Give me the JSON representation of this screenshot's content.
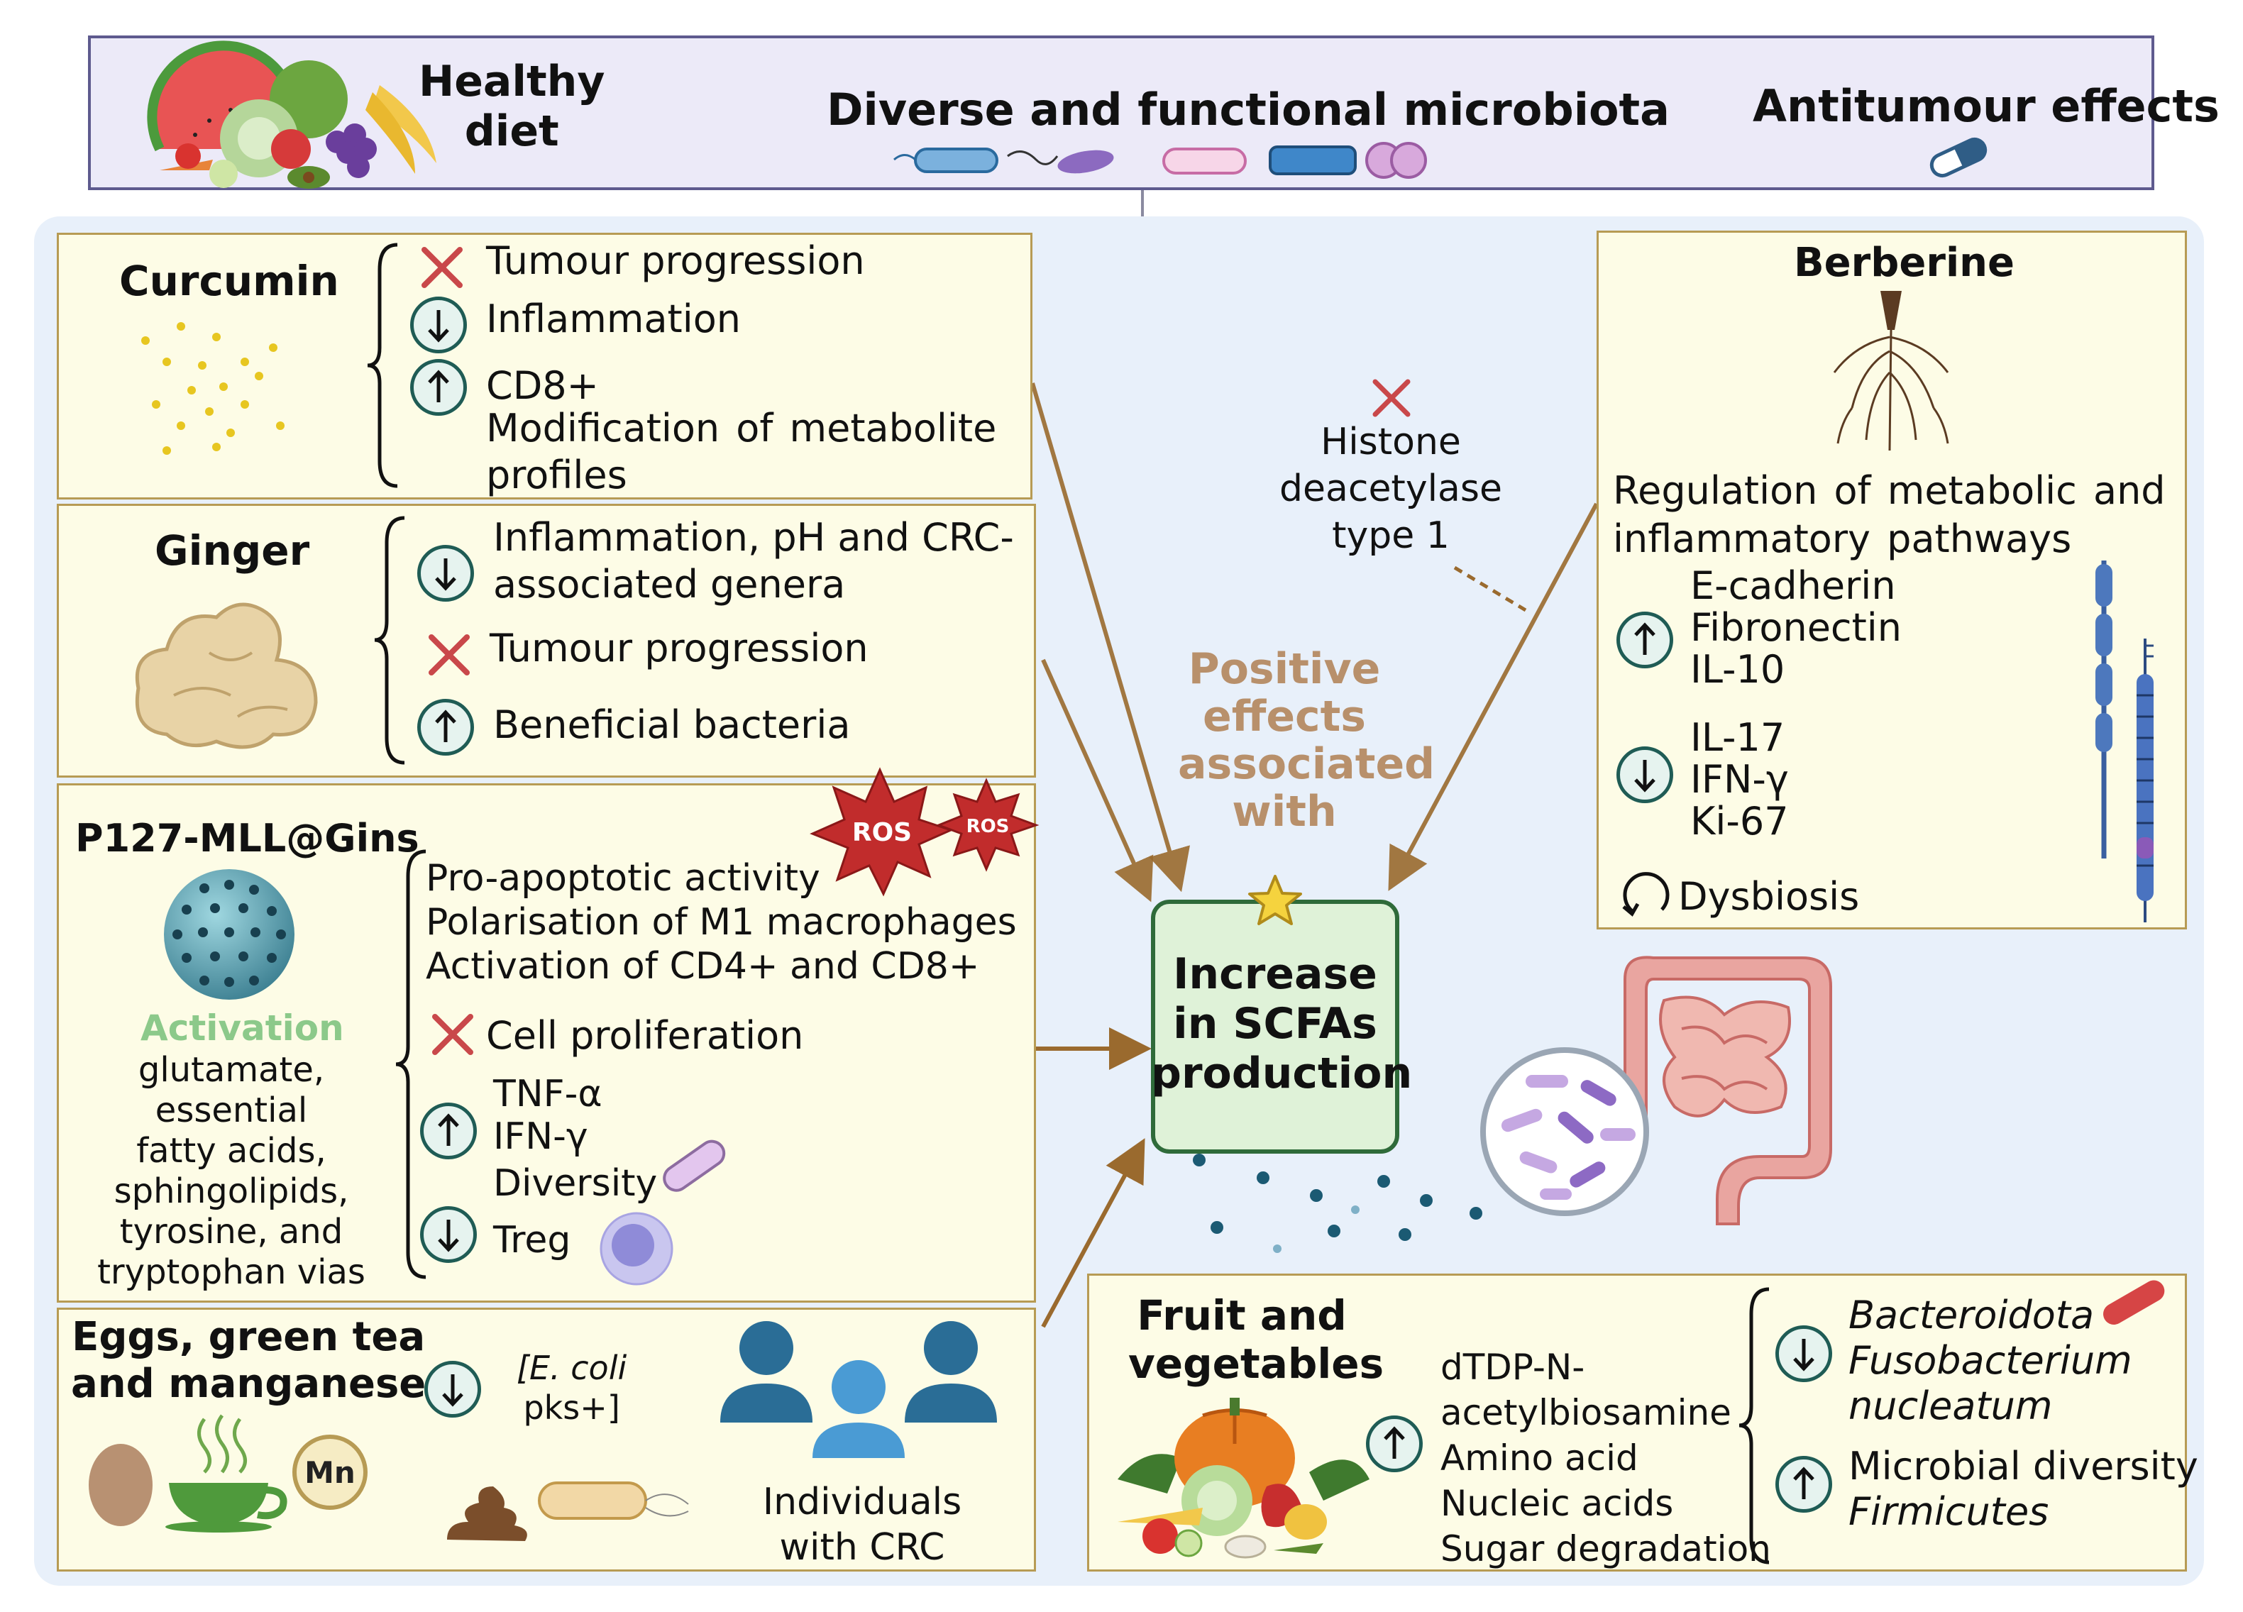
{
  "top_banner": {
    "healthy_diet": [
      "Healthy",
      "diet"
    ],
    "diverse_microbiota": "Diverse and functional microbiota",
    "antitumour": "Antitumour effects"
  },
  "curcumin": {
    "title": "Curcumin",
    "items": [
      "Tumour progression",
      "Inflammation",
      "CD8+",
      "Modification  of  metabolite",
      "profiles"
    ]
  },
  "ginger": {
    "title": "Ginger",
    "items": [
      "Inflammation, pH and CRC-",
      "associated genera",
      "Tumour progression",
      "Beneficial bacteria"
    ]
  },
  "p127": {
    "title": "P127-MLL@Gins",
    "activation": "Activation",
    "activation_list": [
      "glutamate, essential",
      "fatty acids,",
      "sphingolipids,",
      "tyrosine, and",
      "tryptophan vias"
    ],
    "effects": [
      "Pro-apoptotic activity",
      "Polarisation of M1 macrophages",
      "Activation of CD4+ and CD8+"
    ],
    "cell_prolif": "Cell proliferation",
    "up": [
      "TNF-α",
      "IFN-γ",
      "Diversity"
    ],
    "down": "Treg",
    "ros": [
      "ROS",
      "ROS"
    ]
  },
  "eggs": {
    "title": [
      "Eggs, green tea",
      "and manganese"
    ],
    "mn": "Mn",
    "ecoli": [
      "[E. coli",
      "pks+]"
    ],
    "individuals": [
      "Individuals",
      "with CRC"
    ]
  },
  "center": {
    "positive": [
      "Positive",
      "effects",
      "associated",
      "with"
    ],
    "scfa": [
      "Increase",
      "in SCFAs",
      "production"
    ],
    "histone": [
      "Histone",
      "deacetylase",
      "type 1"
    ]
  },
  "berberine": {
    "title": "Berberine",
    "regulation": [
      "Regulation  of  metabolic  and",
      "inflammatory pathways"
    ],
    "up": [
      "E-cadherin",
      "Fibronectin",
      "IL-10"
    ],
    "down": [
      "IL-17",
      "IFN-γ",
      "Ki-67"
    ],
    "dysbiosis": "Dysbiosis"
  },
  "fruit": {
    "title": [
      "Fruit and",
      "vegetables"
    ],
    "up": [
      "dTDP-N-",
      "acetylbiosamine",
      "Amino acid",
      "Nucleic acids",
      "Sugar degradation"
    ],
    "down": [
      "Bacteroidota",
      "Fusobacterium",
      "nucleatum"
    ],
    "up2": [
      "Microbial diversity",
      "Firmicutes"
    ]
  },
  "colors": {
    "box_fill": "#fdfce6",
    "box_border": "#b79b54",
    "arrow_brown": "#9a6a2e",
    "circle_teal": "#1f5c55",
    "x_red": "#c9484a",
    "positive_tan": "#b8906b",
    "scfa_green": "#dff2d8",
    "activation_green": "#8cc98a",
    "banner_lavender": "#eceaf8"
  }
}
